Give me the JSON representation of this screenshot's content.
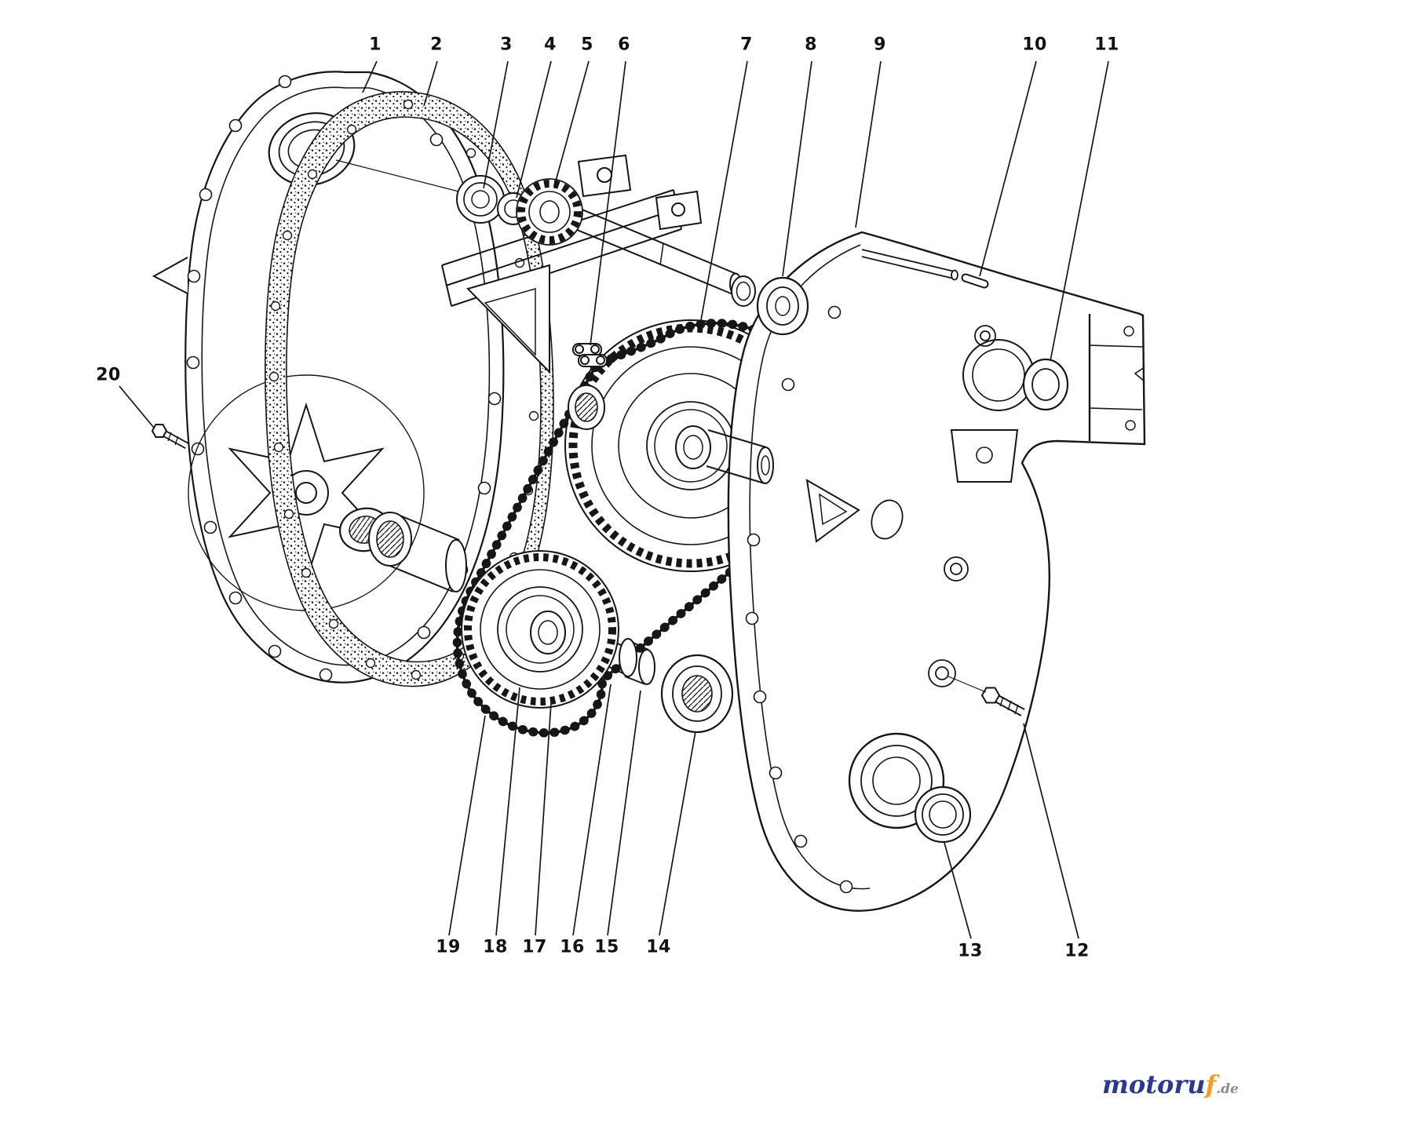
{
  "diagram": {
    "kind": "exploded-parts-diagram",
    "background": "#ffffff",
    "line_color": "#161616"
  },
  "callouts": [
    {
      "label": "1"
    },
    {
      "label": "2"
    },
    {
      "label": "3"
    },
    {
      "label": "4"
    },
    {
      "label": "5"
    },
    {
      "label": "6"
    },
    {
      "label": "7"
    },
    {
      "label": "8"
    },
    {
      "label": "9"
    },
    {
      "label": "10"
    },
    {
      "label": "11"
    },
    {
      "label": "12"
    },
    {
      "label": "13"
    },
    {
      "label": "14"
    },
    {
      "label": "15"
    },
    {
      "label": "16"
    },
    {
      "label": "17"
    },
    {
      "label": "18"
    },
    {
      "label": "19"
    },
    {
      "label": "20"
    }
  ],
  "watermark": {
    "part1": "motoru",
    "part2": "f",
    "tld": ".de",
    "color_main": "#2b3a8f",
    "color_accent": "#f0a028",
    "color_tld": "#8d8d8d"
  }
}
